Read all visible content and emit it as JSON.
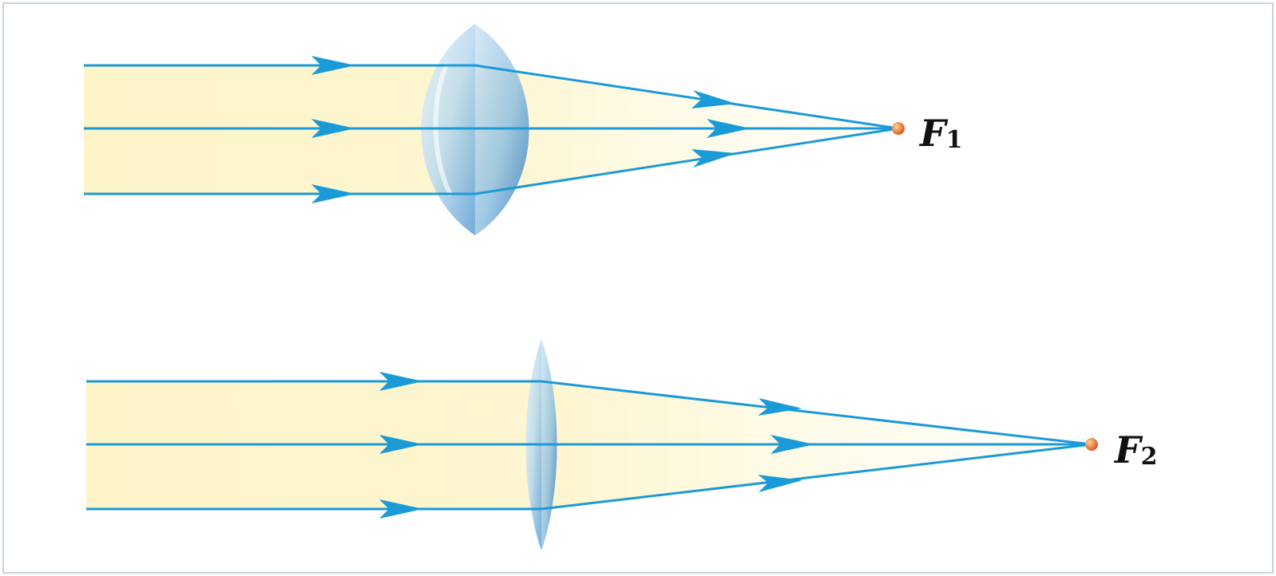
{
  "colors": {
    "ray": "#1a9ad6",
    "beam_fill": "#fdf4c8",
    "focus_point": "#e06a1a",
    "lens_edge": "#5a8fc4",
    "frame_border": "#9fb3c8"
  },
  "diagrams": [
    {
      "lens_type": "thick convex lens",
      "focus_label": {
        "letter": "F",
        "subscript": "1"
      }
    },
    {
      "lens_type": "thin convex lens",
      "focus_label": {
        "letter": "F",
        "subscript": "2"
      }
    }
  ]
}
